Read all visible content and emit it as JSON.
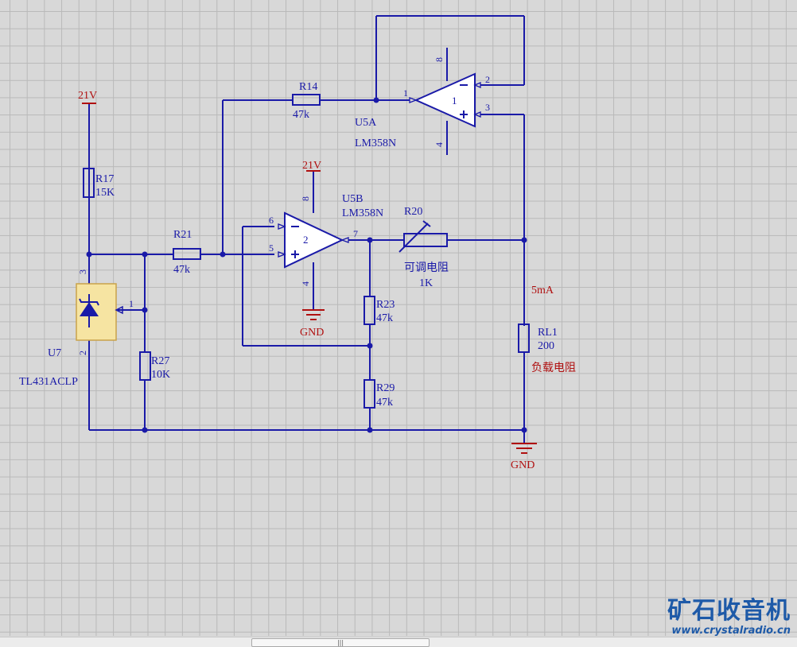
{
  "supply": {
    "label_top": "21V",
    "label_mid": "21V"
  },
  "ground": {
    "label_mid": "GND",
    "label_right": "GND"
  },
  "parts": {
    "r17": {
      "ref": "R17",
      "value": "15K"
    },
    "r21": {
      "ref": "R21",
      "value": "47k"
    },
    "r14": {
      "ref": "R14",
      "value": "47k"
    },
    "r27": {
      "ref": "R27",
      "value": "10K"
    },
    "r23": {
      "ref": "R23",
      "value": "47k"
    },
    "r29": {
      "ref": "R29",
      "value": "47k"
    },
    "r20": {
      "ref": "R20",
      "value": "1K",
      "desc": "可调电阻"
    },
    "rl1": {
      "ref": "RL1",
      "value": "200",
      "desc": "负载电阻"
    },
    "u5a": {
      "ref": "U5A",
      "part": "LM358N",
      "unit": "1"
    },
    "u5b": {
      "ref": "U5B",
      "part": "LM358N",
      "unit": "2"
    },
    "u7": {
      "ref": "U7",
      "part": "TL431ACLP"
    }
  },
  "pins": {
    "u5a_out": "1",
    "u5a_inv": "2",
    "u5a_noninv": "3",
    "u5a_vcc": "8",
    "u5a_gnd": "4",
    "u5b_inv": "6",
    "u5b_noninv": "5",
    "u5b_out": "7",
    "u5b_vcc": "8",
    "u5b_gnd": "4",
    "u7_cathode": "3",
    "u7_ref": "1",
    "u7_anode": "2"
  },
  "current_label": "5mA",
  "watermark": {
    "title": "矿石收音机",
    "url": "www.crystalradio.cn"
  },
  "colors": {
    "wire": "#1a1aa8",
    "power_label": "#b01010",
    "background": "#d8d8d8",
    "ic_fill": "#f6e4a2"
  }
}
